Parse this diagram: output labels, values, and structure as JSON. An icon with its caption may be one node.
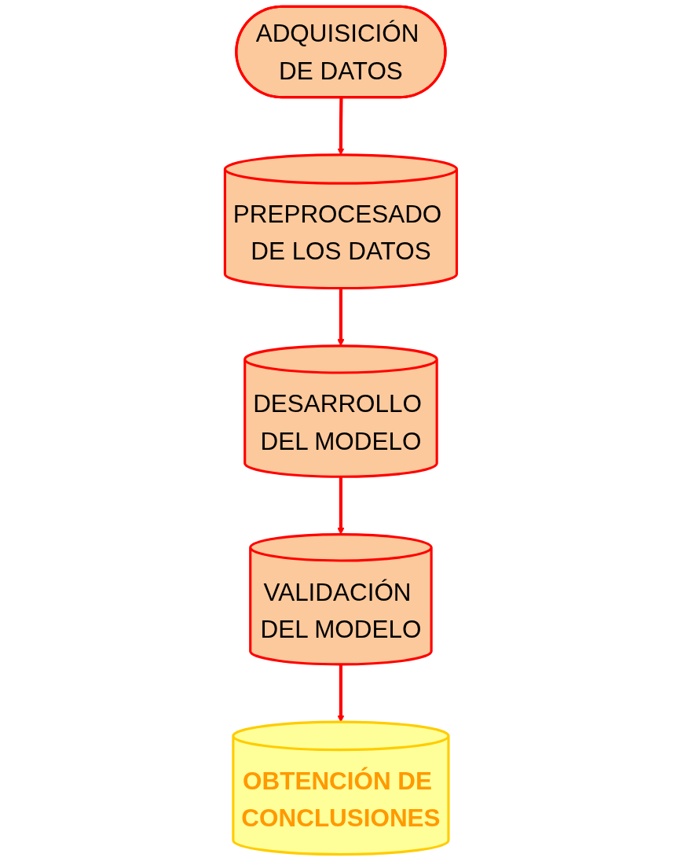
{
  "diagram": {
    "nodes": [
      {
        "text": [
          "ADQUISICIÓN DE DATOS"
        ]
      },
      {
        "text": [
          "PREPROCESADO DE LOS DATOS"
        ]
      },
      {
        "text": [
          "DESARROLLO DEL MODELO"
        ]
      },
      {
        "text": [
          "VALIDACIÓN DEL MODELO"
        ]
      },
      {
        "text": [
          "OBTENCIÓN DE CONCLUSIONES"
        ]
      }
    ],
    "edges": [
      {
        "from": 0,
        "to": 1,
        "arrow": "to"
      },
      {
        "from": 1,
        "to": 2,
        "arrow": "to"
      },
      {
        "from": 2,
        "to": 3,
        "arrow": "to"
      },
      {
        "from": 3,
        "to": 4,
        "arrow": "to"
      }
    ]
  }
}
